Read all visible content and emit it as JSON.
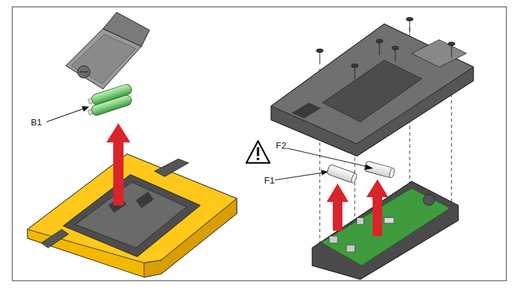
{
  "diagram": {
    "labels": [
      "B1",
      "F1",
      "F2"
    ]
  }
}
